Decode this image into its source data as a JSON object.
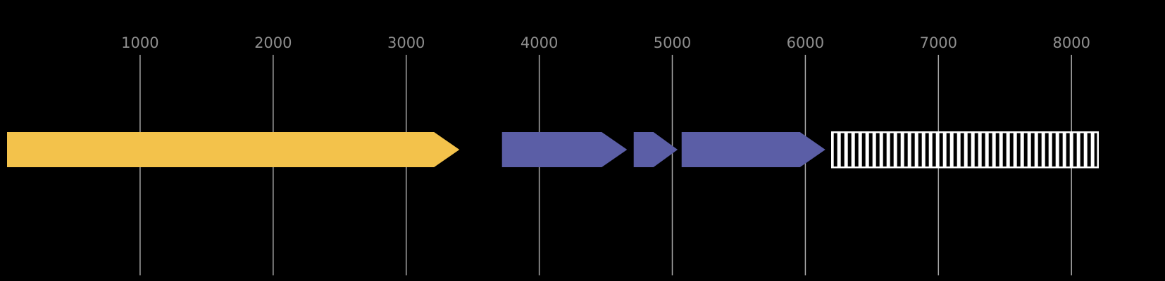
{
  "figure": {
    "background": "#000000"
  },
  "axis_style": {
    "gridline_color": "#a8a8a8",
    "label_color": "#8e8e8e"
  },
  "chart_data": {
    "type": "genome-annotation-track",
    "title": "",
    "axis": {
      "domain": [
        0,
        8650
      ],
      "ticks": [
        1000,
        2000,
        3000,
        4000,
        5000,
        6000,
        7000,
        8000
      ],
      "tick_labels": [
        "1000",
        "2000",
        "3000",
        "4000",
        "5000",
        "6000",
        "7000",
        "8000"
      ],
      "grid": true
    },
    "features": [
      {
        "id": "feature-1",
        "start": 0,
        "end": 3400,
        "strand": "+",
        "shape": "arrow",
        "fill": "#F3C24B"
      },
      {
        "id": "feature-2",
        "start": 3720,
        "end": 4660,
        "strand": "+",
        "shape": "arrow",
        "fill": "#5B5EA6"
      },
      {
        "id": "feature-3",
        "start": 4710,
        "end": 5040,
        "strand": "+",
        "shape": "arrow",
        "fill": "#5B5EA6"
      },
      {
        "id": "feature-4",
        "start": 5070,
        "end": 6150,
        "strand": "+",
        "shape": "arrow",
        "fill": "#5B5EA6"
      },
      {
        "id": "feature-5",
        "start": 6200,
        "end": 8200,
        "strand": "none",
        "shape": "hatched-box",
        "fill": "#ffffff",
        "hatch": "#000000",
        "border": "#ffffff"
      }
    ]
  }
}
